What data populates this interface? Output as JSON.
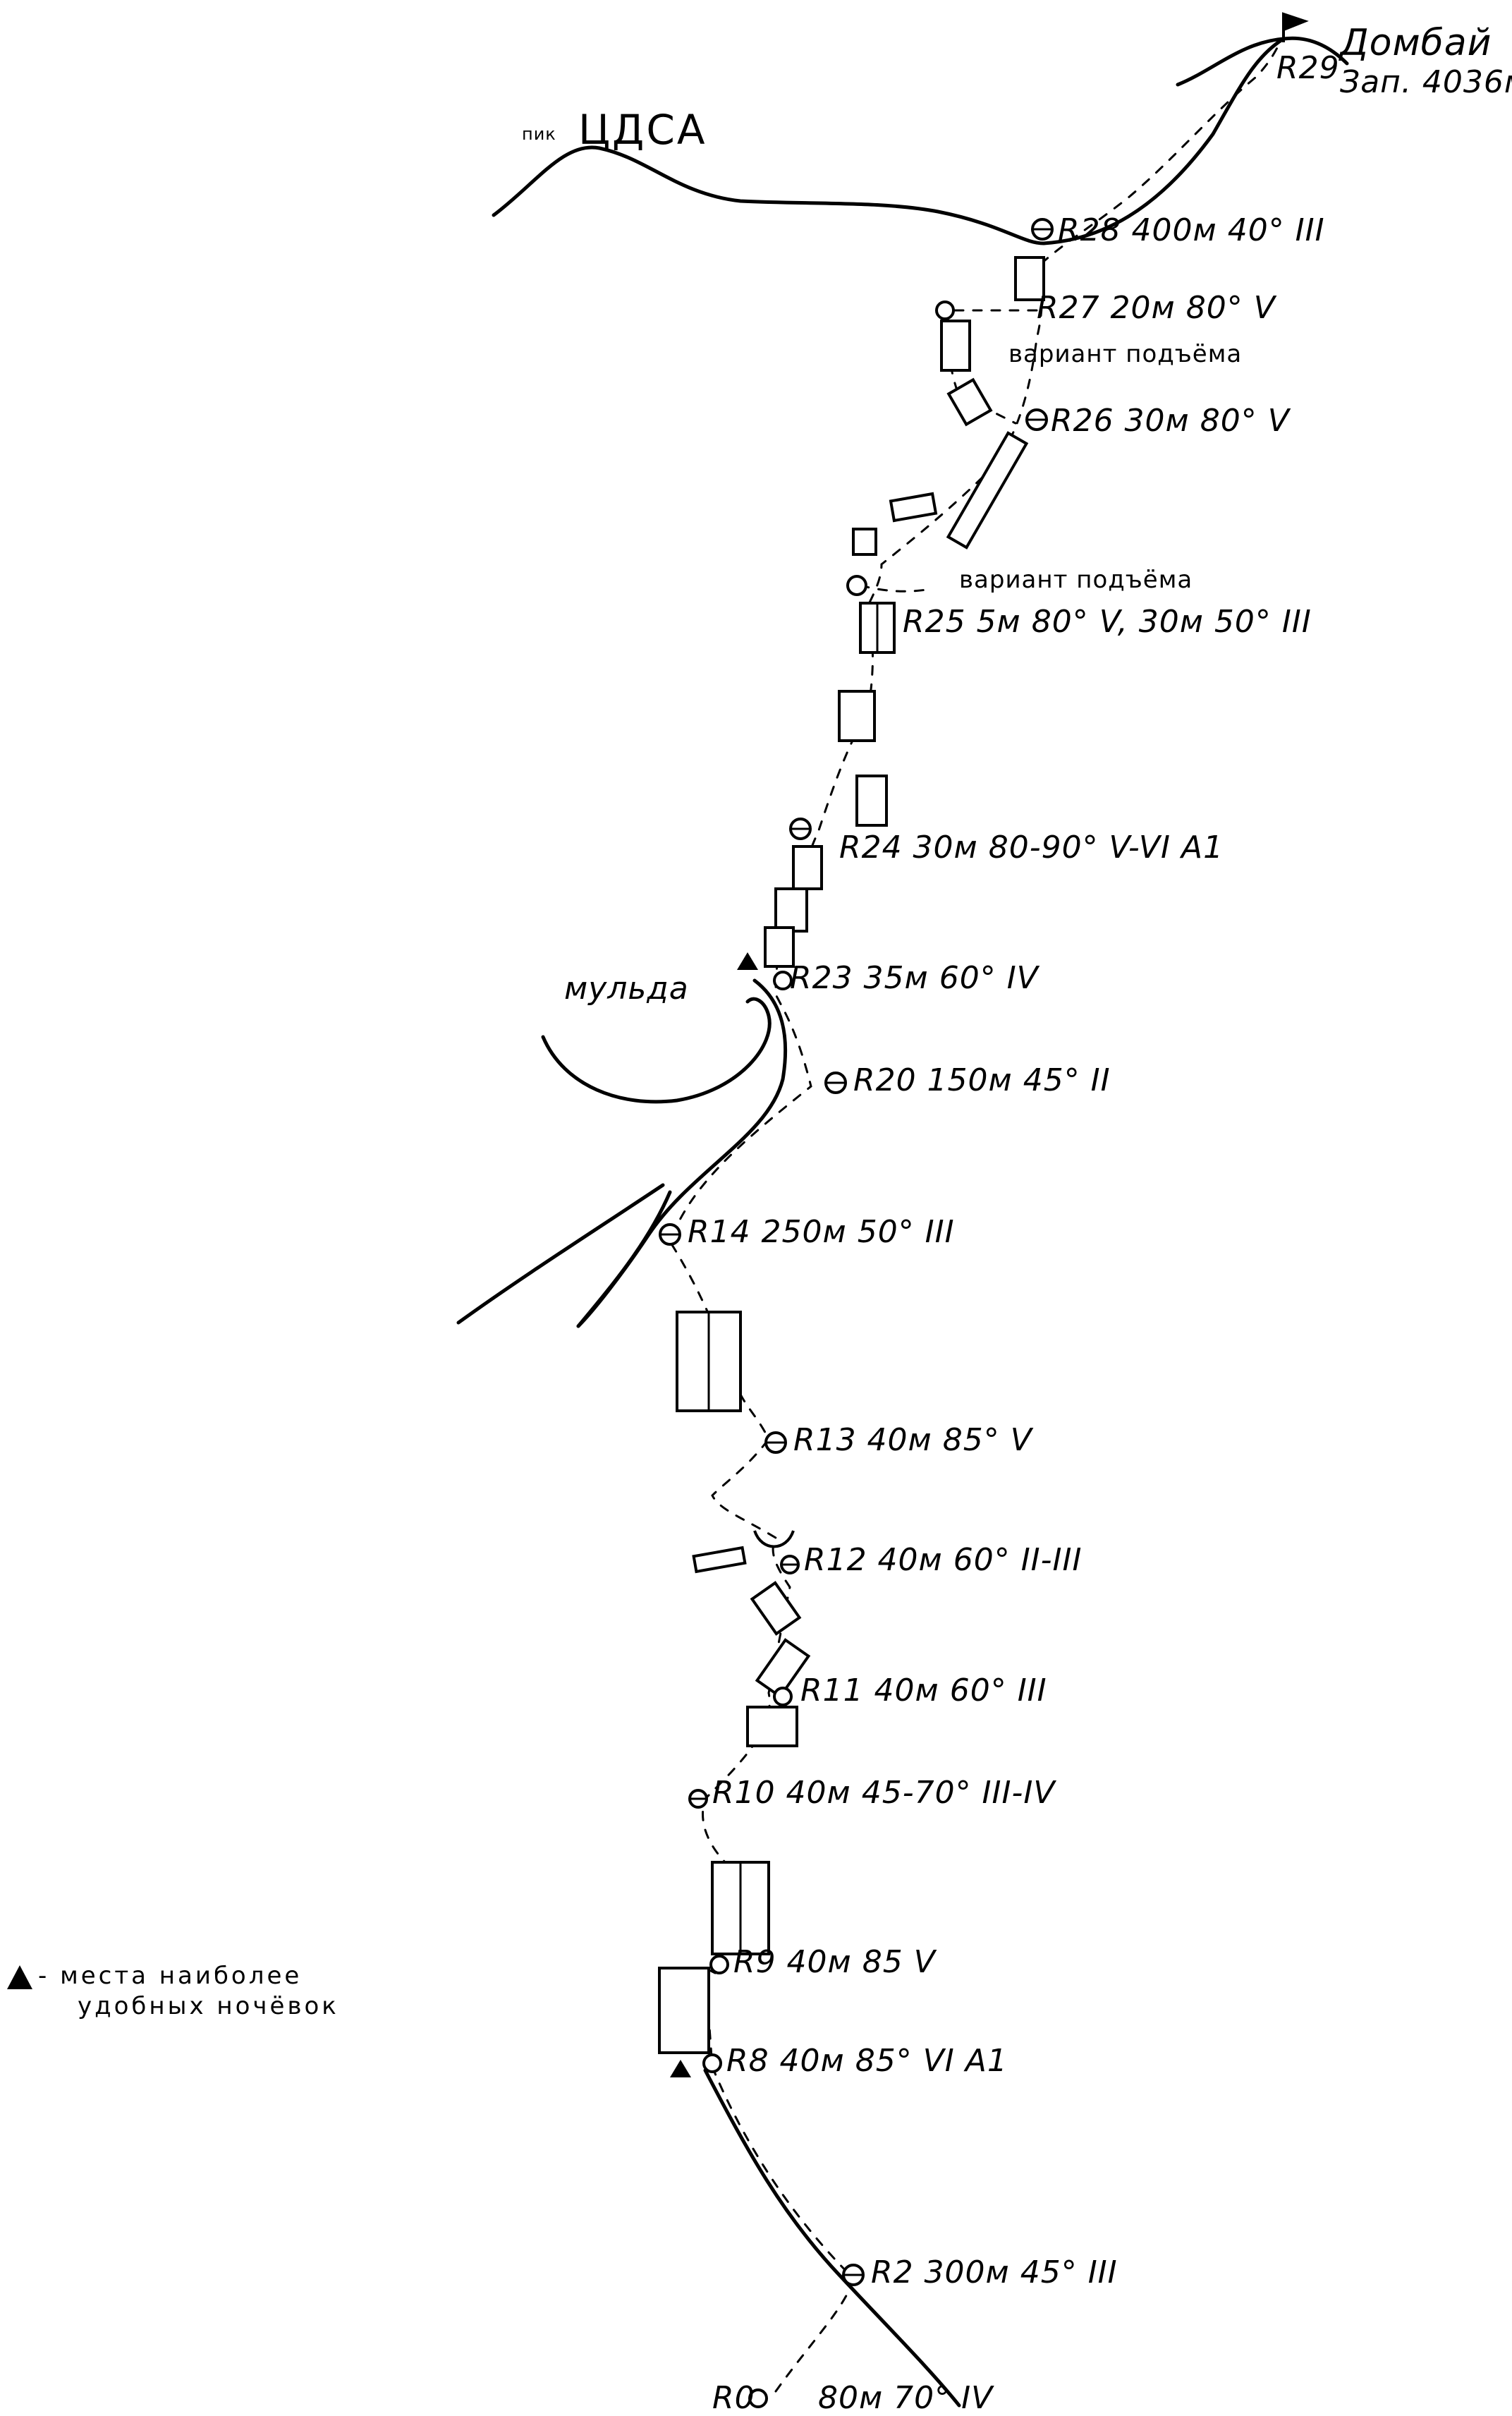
{
  "summit": {
    "name": "Домбай",
    "elevation": "Зап. 4036м"
  },
  "peak_label": {
    "prefix": "пик",
    "name": "ЦДСА"
  },
  "area_label": "мульда",
  "variant_labels": [
    "вариант подъёма",
    "вариант подъёма"
  ],
  "legend": {
    "line1": "- места наиболее",
    "line2": "удобных ночёвок"
  },
  "route_labels": [
    {
      "id": "R29",
      "text": "R29"
    },
    {
      "id": "R28",
      "text": "R28 400м 40° III"
    },
    {
      "id": "R27",
      "text": "R27 20м 80° V"
    },
    {
      "id": "R26",
      "text": "R26 30м 80° V"
    },
    {
      "id": "R25",
      "text": "R25 5м 80° V, 30м 50° III"
    },
    {
      "id": "R24",
      "text": "R24 30м 80-90° V-VI A1"
    },
    {
      "id": "R23",
      "text": "R23 35м 60° IV"
    },
    {
      "id": "R20",
      "text": "R20 150м 45° II"
    },
    {
      "id": "R14",
      "text": "R14 250м 50° III"
    },
    {
      "id": "R13",
      "text": "R13 40м 85° V"
    },
    {
      "id": "R12",
      "text": "R12 40м 60° II-III"
    },
    {
      "id": "R11",
      "text": "R11 40м 60° III"
    },
    {
      "id": "R10",
      "text": "R10 40м 45-70° III-IV"
    },
    {
      "id": "R9",
      "text": "R9 40м 85 V"
    },
    {
      "id": "R8",
      "text": "R8 40м 85° VI A1"
    },
    {
      "id": "R2",
      "text": "R2 300м 45° III"
    },
    {
      "id": "R0",
      "text": "R0"
    },
    {
      "id": "R0-R1",
      "text": "80м 70° IV"
    }
  ]
}
